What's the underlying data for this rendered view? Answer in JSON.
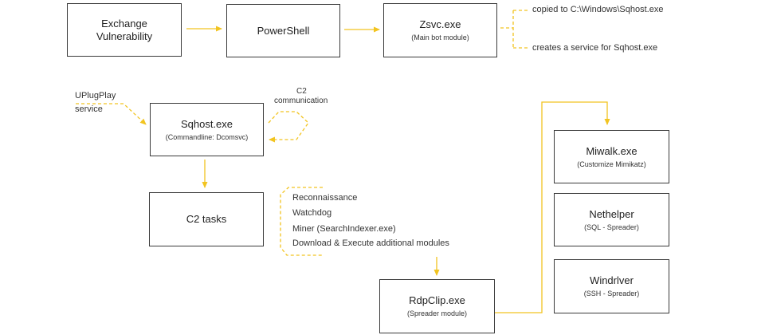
{
  "colors": {
    "arrow": "#F2C420",
    "border": "#3a3a3a",
    "text": "#222222"
  },
  "boxes": {
    "exchange": {
      "title": "Exchange\nVulnerability"
    },
    "powershell": {
      "title": "PowerShell"
    },
    "zsvc": {
      "title": "Zsvc.exe",
      "subtitle": "(Main bot module)"
    },
    "sqhost": {
      "title": "Sqhost.exe",
      "subtitle": "(Commandline: Dcomsvc)"
    },
    "c2tasks": {
      "title": "C2 tasks"
    },
    "rdpclip": {
      "title": "RdpClip.exe",
      "subtitle": "(Spreader module)"
    },
    "miwalk": {
      "title": "Miwalk.exe",
      "subtitle": "(Customize Mimikatz)"
    },
    "nethelper": {
      "title": "Nethelper",
      "subtitle": "(SQL - Spreader)"
    },
    "windriver": {
      "title": "Windrlver",
      "subtitle": "(SSH - Spreader)"
    }
  },
  "labels": {
    "copied": "copied to C:\\Windows\\Sqhost.exe",
    "creates_service": "creates a service for Sqhost.exe",
    "uplugplay_line1": "UPlugPlay",
    "uplugplay_line2": "service",
    "c2comm_line1": "C2",
    "c2comm_line2": "communication"
  },
  "c2_task_items": [
    "Reconnaissance",
    "Watchdog",
    "Miner (SearchIndexer.exe)",
    "Download & Execute additional modules"
  ]
}
